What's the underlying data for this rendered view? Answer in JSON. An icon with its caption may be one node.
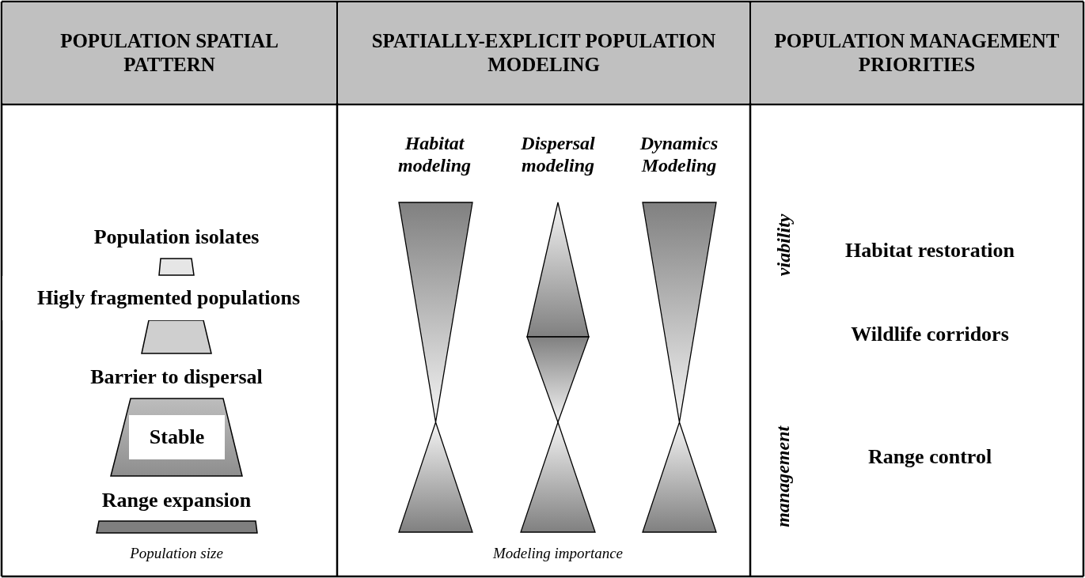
{
  "diagram": {
    "nodes": [
      {
        "text": [
          "POPULATION SPATIAL PATTERN"
        ]
      },
      {
        "text": [
          "SPATIALLY-EXPLICIT POPULATION MODELING"
        ]
      },
      {
        "text": [
          "POPULATION MANAGEMENT PRIORITIES"
        ]
      },
      {
        "text": [
          "Stable"
        ]
      }
    ],
    "labels": [
      "Population isolates",
      "Higly fragmented populations",
      "Barrier to dispersal",
      "Range expansion",
      "Population size",
      "Habitat modeling",
      "Dispersal modeling",
      "Dynamics Modeling",
      "Modeling importance",
      "viability",
      "Habitat restoration",
      "Wildlife corridors",
      "management",
      "Range control"
    ]
  }
}
